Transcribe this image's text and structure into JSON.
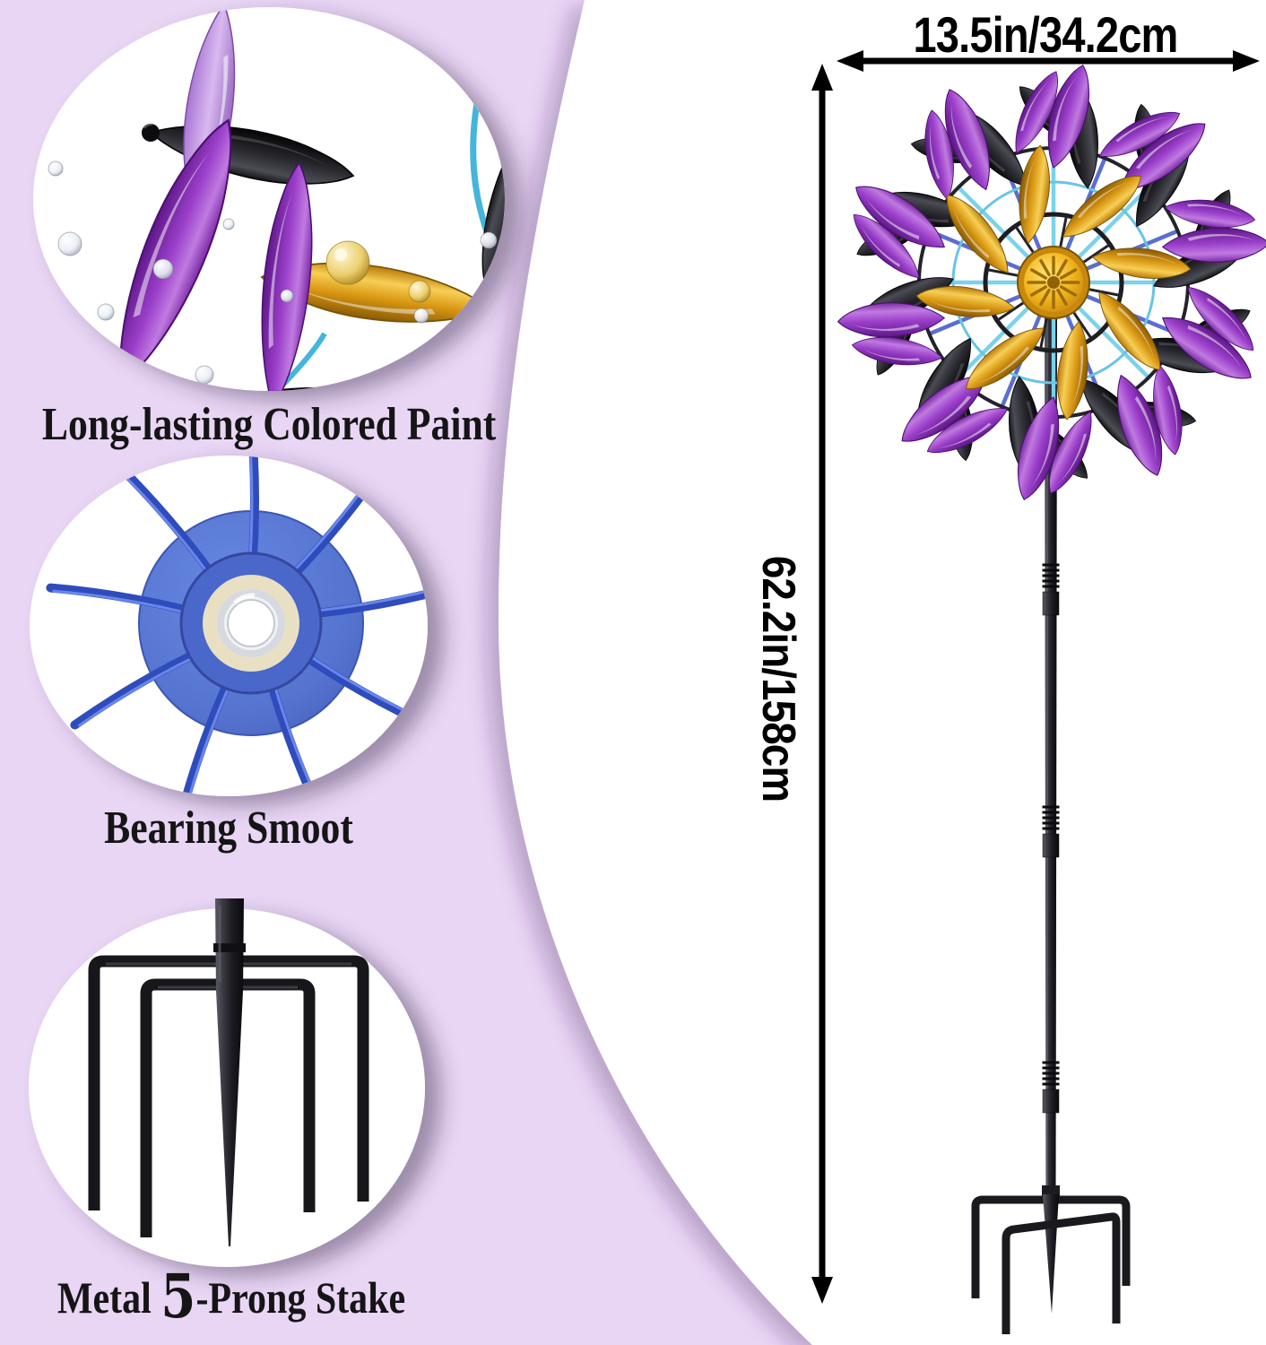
{
  "palette": {
    "panel_lavender": "#e9d6f5",
    "white": "#ffffff",
    "ink": "#151515",
    "purple_leaf": "#9a3ec9",
    "gold_leaf": "#edab17",
    "black_leaf": "#27272d",
    "spoke_blue": "#7ad2ec",
    "hub_blue": "#5577cf",
    "metal_dark": "#1c1c20"
  },
  "features": [
    {
      "id": "paint",
      "caption": "Long-lasting Colored Paint"
    },
    {
      "id": "bearing",
      "caption": "Bearing Smoot"
    },
    {
      "id": "stake",
      "caption_pre": "Metal ",
      "caption_num": "5",
      "caption_post": "-Prong Stake"
    }
  ],
  "dimensions": {
    "width_label": "13.5in/34.2cm",
    "height_label": "62.2in/158cm"
  }
}
